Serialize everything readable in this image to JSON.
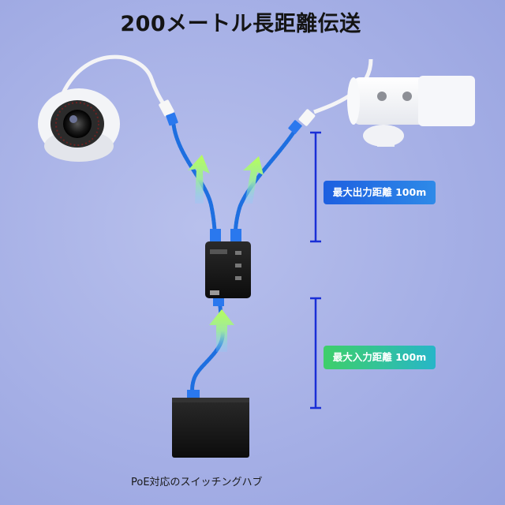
{
  "title": "200メートル長距離伝送",
  "output_badge": "最大出力距離 100m",
  "input_badge": "最大入力距離 100m",
  "caption": "PoE対応のスイッチングハブ"
}
